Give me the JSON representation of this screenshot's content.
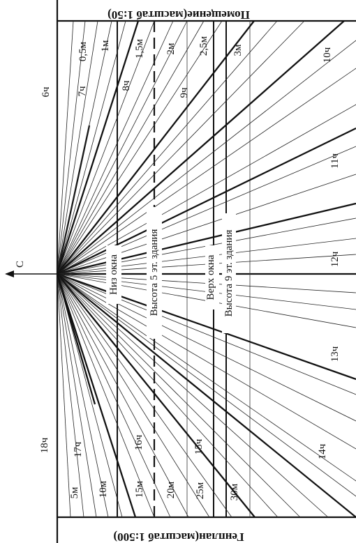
{
  "hour_labels": {
    "h6": "6ч",
    "h7": "7ч",
    "h8": "8ч",
    "h9": "9ч",
    "h10": "10ч",
    "h11": "11ч",
    "h12": "12ч",
    "h13": "13ч",
    "h14": "14ч",
    "h15": "15ч",
    "h16": "16ч",
    "h17": "17ч",
    "h18": "18ч"
  },
  "room_scale_labels": {
    "m05": "0,5м",
    "m1": "1м",
    "m15": "1,5м",
    "m2": "2м",
    "m25": "2,5м",
    "m3": "3м"
  },
  "site_scale_labels": {
    "m5": "5м",
    "m10": "10м",
    "m15": "15м",
    "m20": "20м",
    "m25": "25м",
    "m30": "30м"
  },
  "line_labels": {
    "window_bottom": "Низ окна",
    "building_5": "Высота 5 эт. здания",
    "window_top": "Верх окна",
    "building_9": "Высота 9 эт. здания"
  },
  "titles": {
    "room_scale": "Помещение(масштаб 1:50)",
    "site_scale": "Генплан(масштаб 1:500)"
  },
  "north_label": "С"
}
